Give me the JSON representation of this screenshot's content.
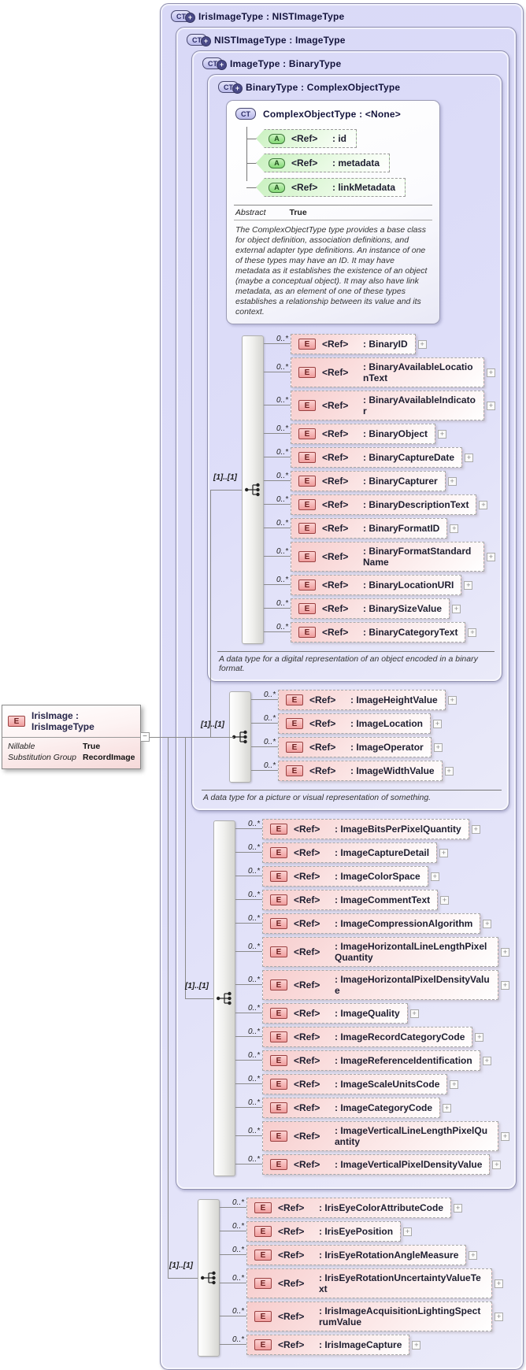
{
  "badges": {
    "complex_type": "CT",
    "element": "E",
    "attribute": "A"
  },
  "colors": {
    "container_fill": "#dbdbf8",
    "type_border": "#8f8fae",
    "element_fill": "#f7cdcd",
    "attribute_fill": "#c9f1bf",
    "element_badge_border": "#9a4040",
    "connector": "#8a8a8a",
    "text_title": "#14143c"
  },
  "element_panel": {
    "title": "IrisImage : IrisImageType",
    "properties": [
      {
        "label": "Nillable",
        "value": "True"
      },
      {
        "label": "Substitution Group",
        "value": "RecordImage"
      }
    ]
  },
  "diagram": {
    "iris_image_type": {
      "title": "IrisImageType : NISTImageType"
    },
    "nist_image_type": {
      "title": "NISTImageType : ImageType"
    },
    "image_type": {
      "title": "ImageType : BinaryType",
      "description": "A data type for a picture or visual representation of something."
    },
    "binary_type": {
      "title": "BinaryType : ComplexObjectType",
      "description": "A data type for a digital representation of an object encoded in a binary format."
    },
    "complex_object_type": {
      "title": "ComplexObjectType : <None>",
      "attributes": [
        {
          "ref": "<Ref>",
          "label": ": id"
        },
        {
          "ref": "<Ref>",
          "label": ": metadata"
        },
        {
          "ref": "<Ref>",
          "label": ": linkMetadata"
        }
      ],
      "abstract": {
        "label": "Abstract",
        "value": "True"
      },
      "description": "The ComplexObjectType type provides a base class for object definition, association definitions, and external adapter type definitions. An instance of one of these types may have an ID. It may have metadata as it establishes the existence of an object (maybe a conceptual object). It may also have link metadata, as an element of one of these types establishes a relationship between its value and its context."
    },
    "binary_group": {
      "cardinality": "[1]..[1]",
      "elements": [
        {
          "occurs": "0..*",
          "ref": "<Ref>",
          "label": ": BinaryID"
        },
        {
          "occurs": "0..*",
          "ref": "<Ref>",
          "label": ": BinaryAvailableLocationText"
        },
        {
          "occurs": "0..*",
          "ref": "<Ref>",
          "label": ": BinaryAvailableIndicator"
        },
        {
          "occurs": "0..*",
          "ref": "<Ref>",
          "label": ": BinaryObject"
        },
        {
          "occurs": "0..*",
          "ref": "<Ref>",
          "label": ": BinaryCaptureDate"
        },
        {
          "occurs": "0..*",
          "ref": "<Ref>",
          "label": ": BinaryCapturer"
        },
        {
          "occurs": "0..*",
          "ref": "<Ref>",
          "label": ": BinaryDescriptionText"
        },
        {
          "occurs": "0..*",
          "ref": "<Ref>",
          "label": ": BinaryFormatID"
        },
        {
          "occurs": "0..*",
          "ref": "<Ref>",
          "label": ": BinaryFormatStandardName"
        },
        {
          "occurs": "0..*",
          "ref": "<Ref>",
          "label": ": BinaryLocationURI"
        },
        {
          "occurs": "0..*",
          "ref": "<Ref>",
          "label": ": BinarySizeValue"
        },
        {
          "occurs": "0..*",
          "ref": "<Ref>",
          "label": ": BinaryCategoryText"
        }
      ]
    },
    "image_group": {
      "cardinality": "[1]..[1]",
      "elements": [
        {
          "occurs": "0..*",
          "ref": "<Ref>",
          "label": ": ImageHeightValue"
        },
        {
          "occurs": "0..*",
          "ref": "<Ref>",
          "label": ": ImageLocation"
        },
        {
          "occurs": "0..*",
          "ref": "<Ref>",
          "label": ": ImageOperator"
        },
        {
          "occurs": "0..*",
          "ref": "<Ref>",
          "label": ": ImageWidthValue"
        }
      ]
    },
    "nist_group": {
      "cardinality": "[1]..[1]",
      "elements": [
        {
          "occurs": "0..*",
          "ref": "<Ref>",
          "label": ": ImageBitsPerPixelQuantity"
        },
        {
          "occurs": "0..*",
          "ref": "<Ref>",
          "label": ": ImageCaptureDetail"
        },
        {
          "occurs": "0..*",
          "ref": "<Ref>",
          "label": ": ImageColorSpace"
        },
        {
          "occurs": "0..*",
          "ref": "<Ref>",
          "label": ": ImageCommentText"
        },
        {
          "occurs": "0..*",
          "ref": "<Ref>",
          "label": ": ImageCompressionAlgorithm"
        },
        {
          "occurs": "0..*",
          "ref": "<Ref>",
          "label": ": ImageHorizontalLineLengthPixelQuantity"
        },
        {
          "occurs": "0..*",
          "ref": "<Ref>",
          "label": ": ImageHorizontalPixelDensityValue"
        },
        {
          "occurs": "0..*",
          "ref": "<Ref>",
          "label": ": ImageQuality"
        },
        {
          "occurs": "0..*",
          "ref": "<Ref>",
          "label": ": ImageRecordCategoryCode"
        },
        {
          "occurs": "0..*",
          "ref": "<Ref>",
          "label": ": ImageReferenceIdentification"
        },
        {
          "occurs": "0..*",
          "ref": "<Ref>",
          "label": ": ImageScaleUnitsCode"
        },
        {
          "occurs": "0..*",
          "ref": "<Ref>",
          "label": ": ImageCategoryCode"
        },
        {
          "occurs": "0..*",
          "ref": "<Ref>",
          "label": ": ImageVerticalLineLengthPixelQuantity"
        },
        {
          "occurs": "0..*",
          "ref": "<Ref>",
          "label": ": ImageVerticalPixelDensityValue"
        }
      ]
    },
    "iris_group": {
      "cardinality": "[1]..[1]",
      "elements": [
        {
          "occurs": "0..*",
          "ref": "<Ref>",
          "label": ": IrisEyeColorAttributeCode"
        },
        {
          "occurs": "0..*",
          "ref": "<Ref>",
          "label": ": IrisEyePosition"
        },
        {
          "occurs": "0..*",
          "ref": "<Ref>",
          "label": ": IrisEyeRotationAngleMeasure"
        },
        {
          "occurs": "0..*",
          "ref": "<Ref>",
          "label": ": IrisEyeRotationUncertaintyValueText"
        },
        {
          "occurs": "0..*",
          "ref": "<Ref>",
          "label": ": IrisImageAcquisitionLightingSpectrumValue"
        },
        {
          "occurs": "0..*",
          "ref": "<Ref>",
          "label": ": IrisImageCapture"
        }
      ]
    }
  }
}
